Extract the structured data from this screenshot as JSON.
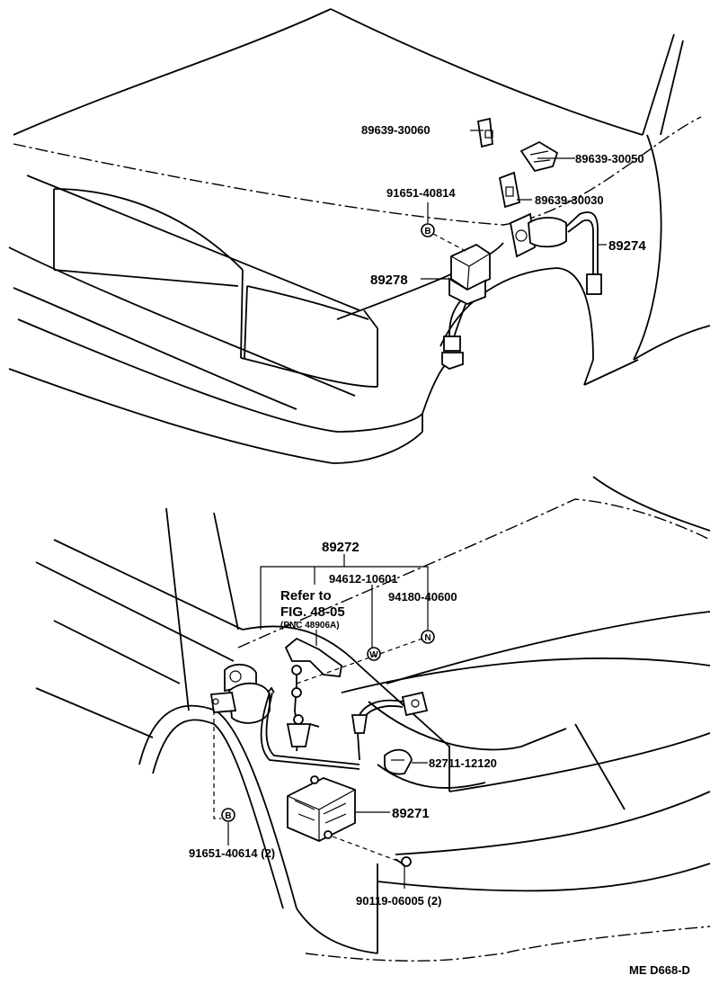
{
  "top_labels": {
    "p1": "89639-30060",
    "p2": "89639-30050",
    "p3": "91651-40814",
    "p4": "89639-30030",
    "p5": "89274",
    "p6": "89278"
  },
  "bottom_labels": {
    "p7": "89272",
    "p8": "94612-10601",
    "p9": "94180-40600",
    "refer1": "Refer to",
    "refer2": "FIG. 48-05",
    "refer3": "(PNC 48906A)",
    "p10": "82711-12120",
    "p11": "89271",
    "p12": "91651-40614 (2)",
    "p13": "90119-06005 (2)"
  },
  "markers": {
    "b": "B",
    "w": "W",
    "n": "N"
  },
  "code": "ME  D668-D"
}
